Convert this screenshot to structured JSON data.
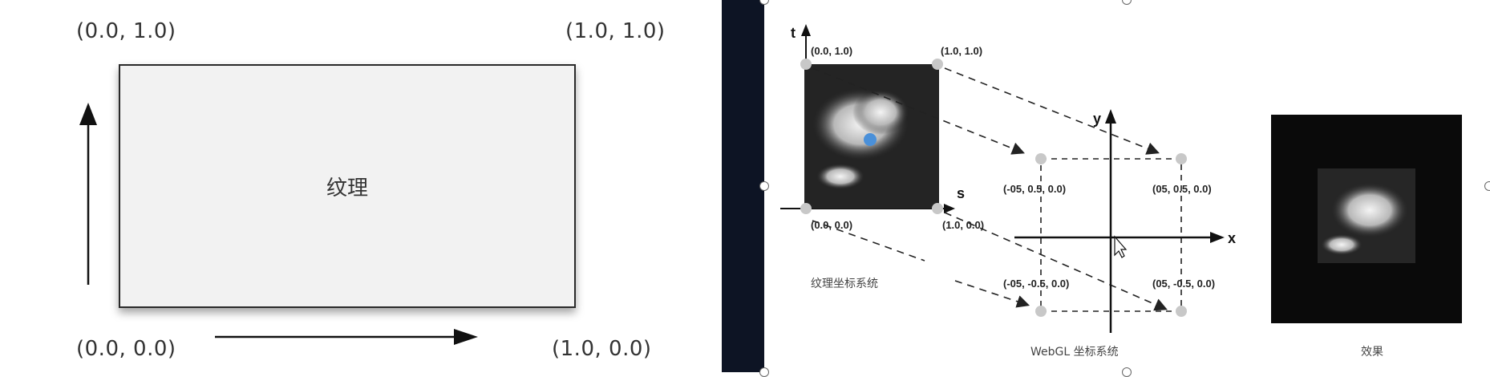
{
  "left_panel": {
    "texture_label": "纹理",
    "corners": {
      "top_left": "(0.0, 1.0)",
      "top_right": "(1.0, 1.0)",
      "bottom_left": "(0.0, 0.0)",
      "bottom_right": "(1.0, 0.0)"
    }
  },
  "right_panel": {
    "axis_t": "t",
    "axis_s": "s",
    "axis_x": "x",
    "axis_y": "y",
    "texture_coords": {
      "top_left": "(0.0, 1.0)",
      "top_right": "(1.0, 1.0)",
      "bottom_left": "(0.0, 0.0)",
      "bottom_right": "(1.0, 0.0)"
    },
    "webgl_coords": {
      "top_left": "(-05, 0.5, 0.0)",
      "top_right": "(05, 0.5, 0.0)",
      "bottom_left": "(-05, -0.5, 0.0)",
      "bottom_right": "(05, -0.5, 0.0)"
    },
    "caption_texture": "纹理坐标系统",
    "caption_webgl": "WebGL 坐标系统",
    "caption_result": "效果"
  },
  "colors": {
    "divider": "#0d1424",
    "marker": "#4a90d9"
  }
}
